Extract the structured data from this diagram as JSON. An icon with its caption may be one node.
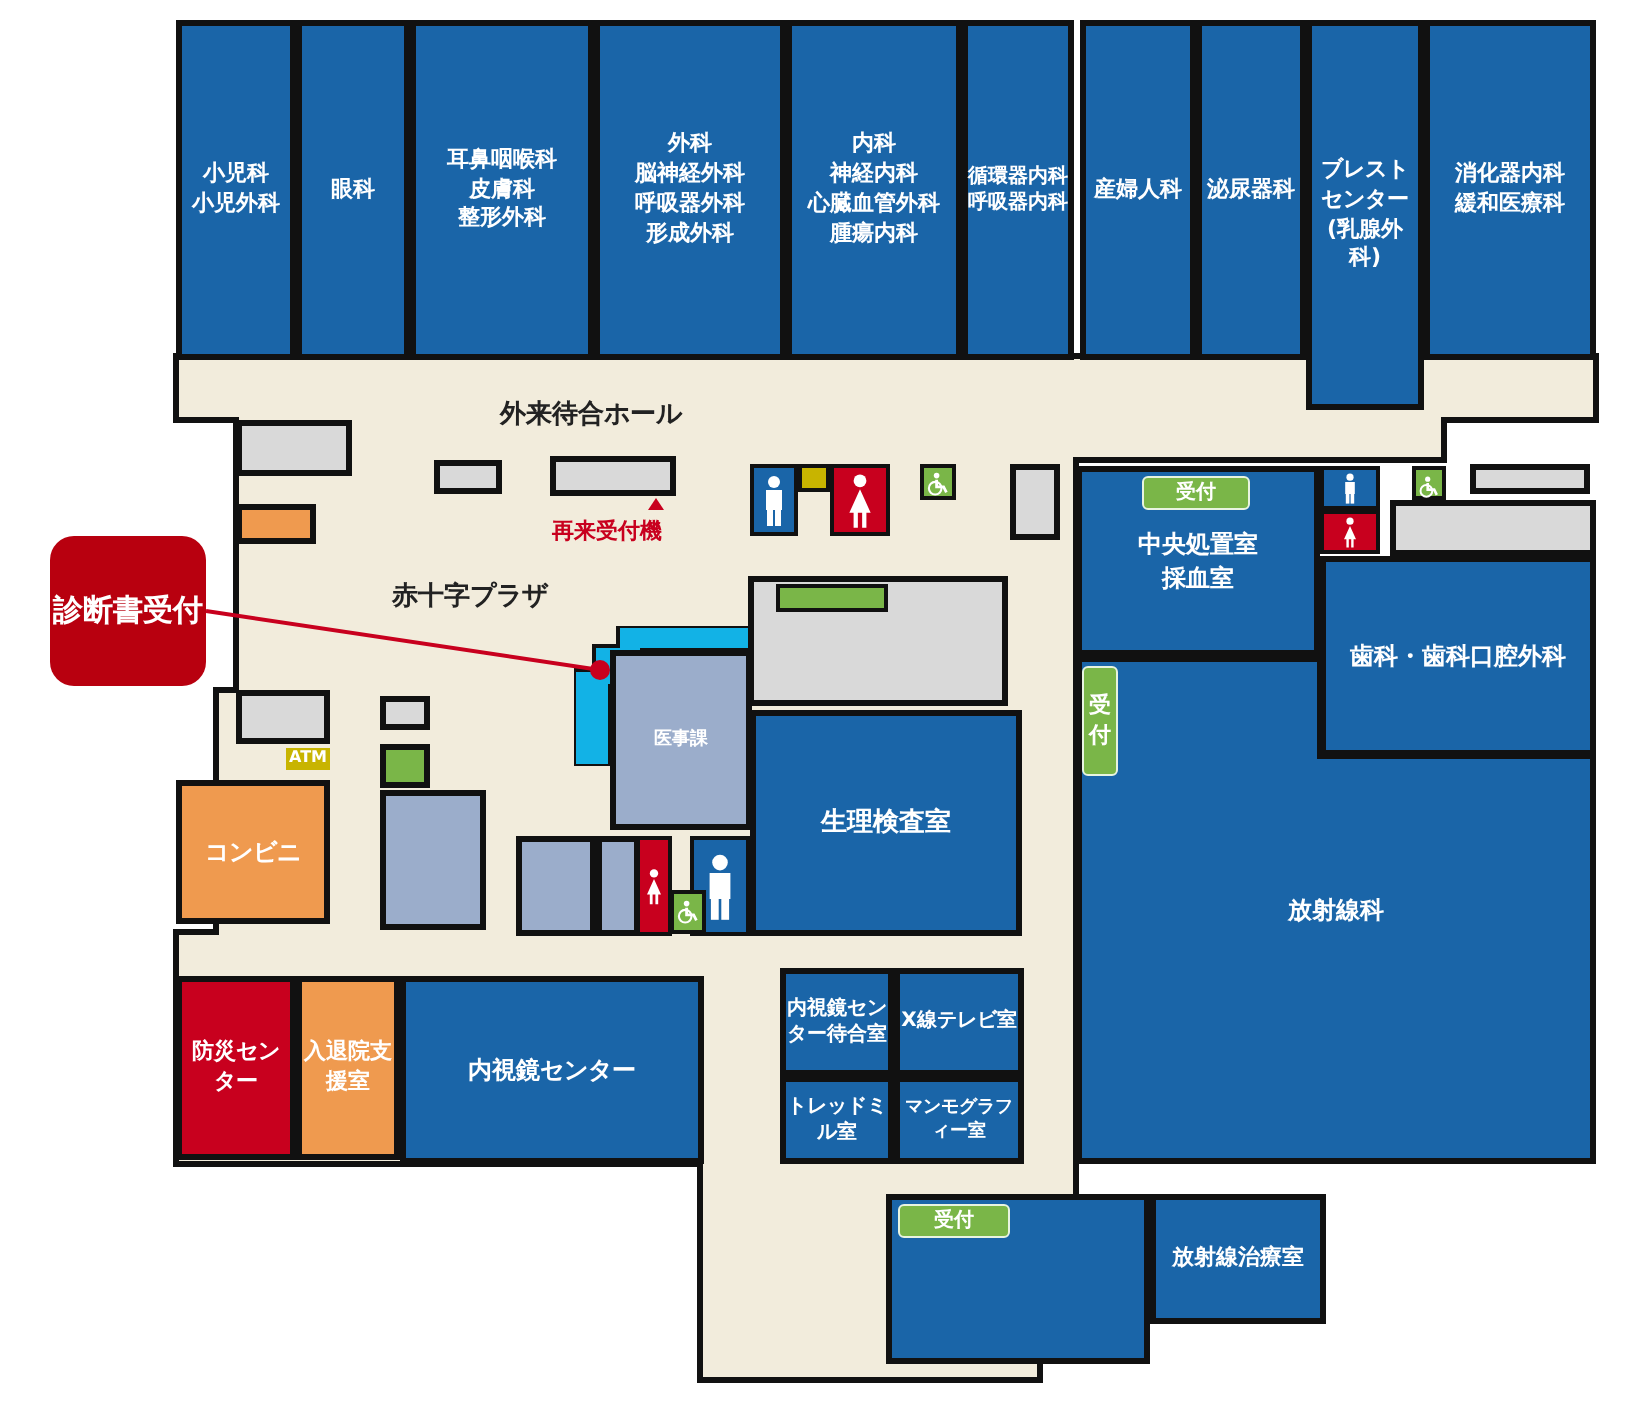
{
  "diagram": {
    "nodes": [
      {
        "text": [
          "小児科",
          "小児外科"
        ]
      },
      {
        "text": [
          "眼科"
        ]
      },
      {
        "text": [
          "耳鼻咽喉科",
          "皮膚科",
          "整形外科"
        ]
      },
      {
        "text": [
          "外科",
          "脳神経外科",
          "呼吸器外科",
          "形成外科"
        ]
      },
      {
        "text": [
          "内科",
          "神経内科",
          "心臓血管外科",
          "腫瘍内科"
        ]
      },
      {
        "text": [
          "循環器内科",
          "呼吸器内科"
        ]
      },
      {
        "text": [
          "産婦人科"
        ]
      },
      {
        "text": [
          "泌尿器科"
        ]
      },
      {
        "text": [
          "ブレストセンター",
          "(乳腺外科)"
        ]
      },
      {
        "text": [
          "消化器内科",
          "緩和医療科"
        ]
      },
      {
        "text": [
          "診断書受付"
        ]
      },
      {
        "text": [],
        "shape": "box"
      },
      {
        "text": [
          "医事課"
        ]
      },
      {
        "text": [
          "中央処置室",
          "採血室"
        ]
      },
      {
        "text": [
          "受付"
        ],
        "in": 13
      },
      {
        "text": [
          "歯科・歯科口腔外科"
        ]
      },
      {
        "text": [
          "ATM"
        ]
      },
      {
        "text": [
          "コンビニ"
        ]
      },
      {
        "text": [
          "生理検査室"
        ]
      },
      {
        "text": [
          "放射線科"
        ]
      },
      {
        "text": [
          "受付"
        ],
        "in": 19
      },
      {
        "text": [
          "防災センター"
        ]
      },
      {
        "text": [
          "入退院支援室"
        ]
      },
      {
        "text": [
          "内視鏡センター"
        ]
      },
      {
        "text": [
          "内視鏡センター待合室"
        ]
      },
      {
        "text": [
          "X線テレビ室"
        ]
      },
      {
        "text": [
          "トレッドミル室"
        ]
      },
      {
        "text": [
          "マンモグラフィー室"
        ]
      },
      {
        "text": [],
        "shape": "box"
      },
      {
        "text": [
          "受付"
        ],
        "in": 28
      },
      {
        "text": [
          "放射線治療室"
        ]
      },
      {
        "text": [],
        "shape": "box"
      },
      {
        "text": [],
        "shape": "box"
      },
      {
        "text": [],
        "shape": "box"
      },
      {
        "text": [],
        "shape": "box"
      },
      {
        "text": [],
        "shape": "box"
      },
      {
        "text": [],
        "shape": "box"
      },
      {
        "text": [],
        "shape": "box"
      },
      {
        "text": [],
        "shape": "box"
      },
      {
        "text": [],
        "shape": "box"
      },
      {
        "text": [],
        "shape": "box"
      },
      {
        "text": [],
        "shape": "box"
      },
      {
        "text": [],
        "shape": "box"
      },
      {
        "text": [],
        "shape": "box"
      },
      {
        "text": [],
        "shape": "box"
      }
    ],
    "edges": [
      {
        "from": 10,
        "to": 11,
        "arrow": "other"
      }
    ],
    "labels": [
      "外来待合ホール",
      "再来受付機",
      "赤十字プラザ"
    ]
  }
}
